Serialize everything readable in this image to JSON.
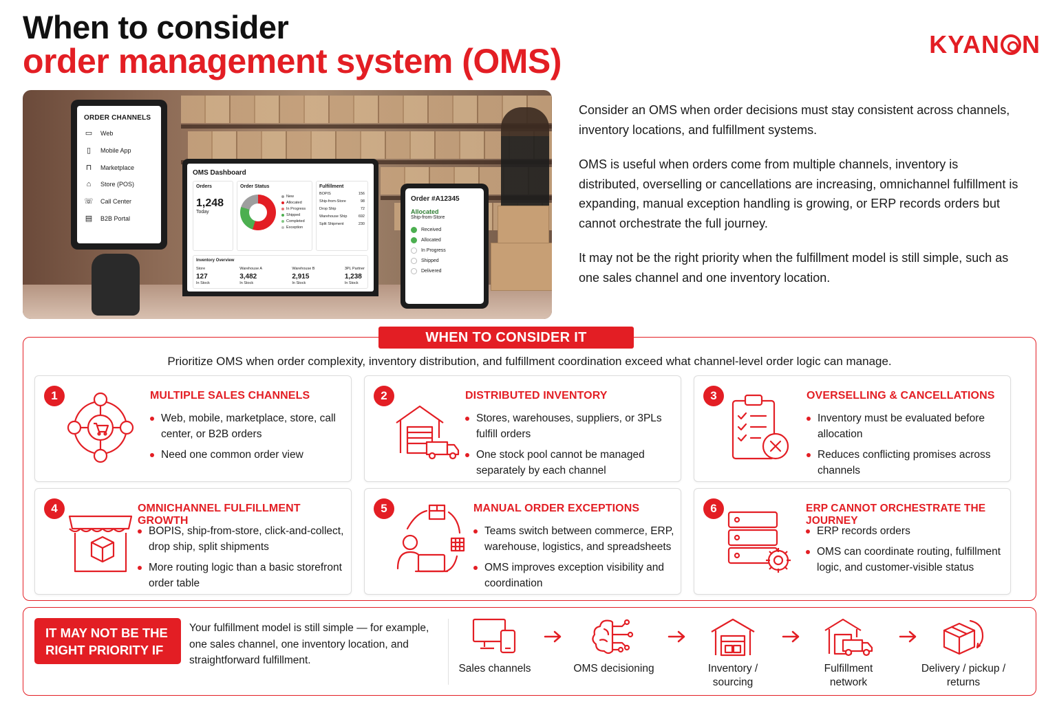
{
  "title": {
    "line1": "When to consider",
    "line2": "order management system (OMS)"
  },
  "brand": {
    "logo_text_left": "KYAN",
    "logo_text_right": "N"
  },
  "hero": {
    "kiosk": {
      "heading": "ORDER CHANNELS",
      "items": [
        "Web",
        "Mobile App",
        "Marketplace",
        "Store (POS)",
        "Call Center",
        "B2B Portal"
      ]
    },
    "dashboard": {
      "title": "OMS Dashboard",
      "orders_label": "Orders",
      "orders_value": "1,248",
      "orders_period": "Today",
      "status_label": "Order Status",
      "status_legend": [
        "New",
        "Allocated",
        "In Progress",
        "Shipped",
        "Completed",
        "Exception"
      ],
      "fulfillment_label": "Fulfillment",
      "fulfillment_rows": [
        {
          "name": "BOPIS",
          "value": "156"
        },
        {
          "name": "Ship-from-Store",
          "value": "98"
        },
        {
          "name": "Drop Ship",
          "value": "72"
        },
        {
          "name": "Warehouse Ship",
          "value": "692"
        },
        {
          "name": "Split Shipment",
          "value": "230"
        }
      ],
      "inventory_label": "Inventory Overview",
      "inventory": [
        {
          "name": "Store",
          "value": "127",
          "unit": "In Stock"
        },
        {
          "name": "Warehouse A",
          "value": "3,482",
          "unit": "In Stock"
        },
        {
          "name": "Warehouse B",
          "value": "2,915",
          "unit": "In Stock"
        },
        {
          "name": "3PL Partner",
          "value": "1,238",
          "unit": "In Stock"
        }
      ]
    },
    "tablet": {
      "order_id": "Order #A12345",
      "status": "Allocated",
      "method": "Ship-from-Store",
      "steps": [
        "Received",
        "Allocated",
        "In Progress",
        "Shipped",
        "Delivered"
      ]
    }
  },
  "intro": {
    "p1": "Consider an OMS when order decisions must stay consistent across channels, inventory locations, and fulfillment systems.",
    "p2": "OMS is useful when orders come from multiple channels, inventory is distributed, overselling or cancellations are increasing, omnichannel fulfillment is expanding, manual exception handling is growing, or ERP records orders but cannot orchestrate the full journey.",
    "p3": "It may not be the right priority when the fulfillment model is still simple, such as one sales channel and one inventory location."
  },
  "when_to_consider": {
    "tag": "WHEN TO CONSIDER IT",
    "subtitle": "Prioritize OMS when order complexity, inventory distribution, and fulfillment coordination exceed what channel-level order logic can manage.",
    "items": [
      {
        "num": "1",
        "title": "MULTIPLE SALES CHANNELS",
        "bullets": [
          "Web, mobile, marketplace, store, call center, or B2B orders",
          "Need one common order view"
        ],
        "icon": "channels-hub-icon"
      },
      {
        "num": "2",
        "title": "DISTRIBUTED INVENTORY",
        "bullets": [
          "Stores, warehouses, suppliers, or 3PLs fulfill orders",
          "One stock pool cannot be managed separately by each channel"
        ],
        "icon": "warehouse-truck-icon"
      },
      {
        "num": "3",
        "title": "OVERSELLING & CANCELLATIONS",
        "bullets": [
          "Inventory must be evaluated before allocation",
          "Reduces conflicting promises across channels"
        ],
        "icon": "checklist-cancel-icon"
      },
      {
        "num": "4",
        "title": "OMNICHANNEL FULFILLMENT GROWTH",
        "bullets": [
          "BOPIS, ship-from-store, click-and-collect, drop ship, split shipments",
          "More routing logic than a basic storefront order table"
        ],
        "icon": "storefront-box-icon"
      },
      {
        "num": "5",
        "title": "MANUAL ORDER EXCEPTIONS",
        "bullets": [
          "Teams switch between commerce, ERP, warehouse, logistics, and spreadsheets",
          "OMS improves exception visibility and coordination"
        ],
        "icon": "person-laptop-cycle-icon"
      },
      {
        "num": "6",
        "title": "ERP CANNOT ORCHESTRATE THE JOURNEY",
        "bullets": [
          "ERP records orders",
          "OMS can coordinate routing, fulfillment logic, and customer-visible status"
        ],
        "icon": "server-gear-icon"
      }
    ]
  },
  "not_priority": {
    "label": "IT MAY NOT BE THE RIGHT PRIORITY IF",
    "text": "Your fulfillment model is still simple — for example, one sales channel, one inventory location, and straightforward fulfillment."
  },
  "flow": [
    {
      "label": "Sales channels",
      "icon": "devices-icon"
    },
    {
      "label": "OMS decisioning",
      "icon": "brain-circuit-icon"
    },
    {
      "label": "Inventory / sourcing",
      "icon": "warehouse-icon"
    },
    {
      "label": "Fulfillment network",
      "icon": "truck-warehouse-icon"
    },
    {
      "label": "Delivery / pickup / returns",
      "icon": "box-return-icon"
    }
  ],
  "colors": {
    "accent": "#e31e24",
    "text": "#1a1a1a"
  }
}
